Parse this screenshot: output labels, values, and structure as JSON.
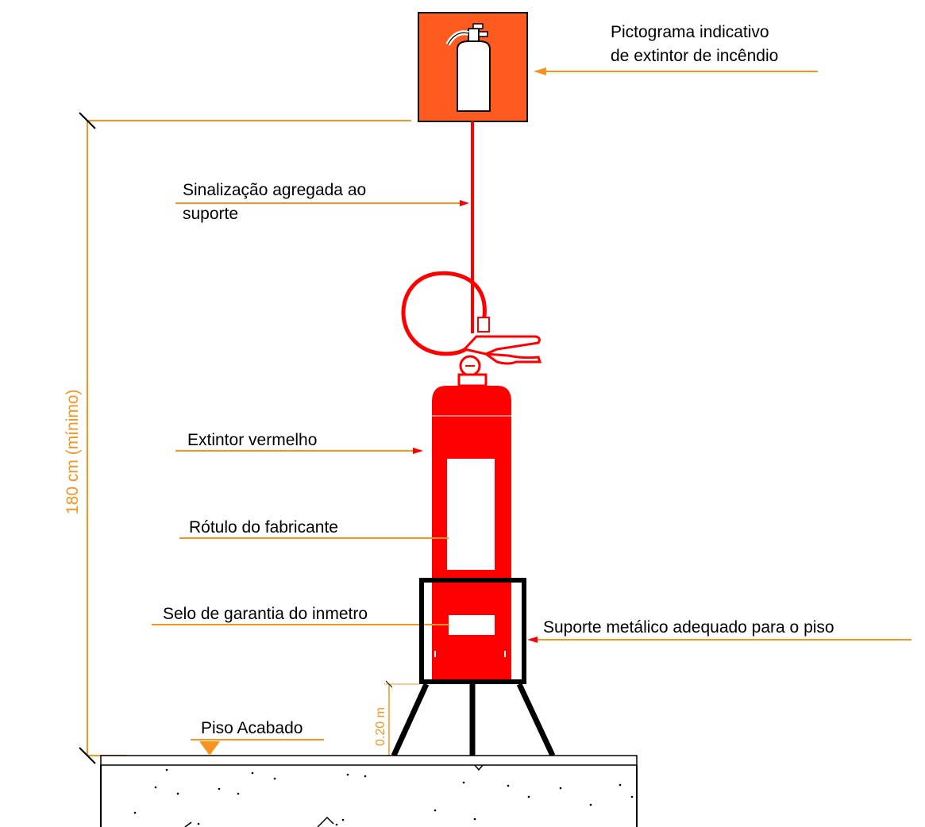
{
  "labels": {
    "pictogram_line1": "Pictograma indicativo",
    "pictogram_line2": "de extintor de incêndio",
    "signage_line1": "Sinalização agregada ao",
    "signage_line2": "suporte",
    "extinguisher": "Extintor vermelho",
    "manufacturer_label": "Rótulo do fabricante",
    "inmetro_seal": "Selo de garantia do inmetro",
    "metal_support": "Suporte metálico adequado para o piso",
    "finished_floor": "Piso Acabado"
  },
  "dimensions": {
    "height_min": "180 cm (mínimo)",
    "base_clearance": "0.20 m"
  },
  "colors": {
    "extinguisher_red": "#ff0000",
    "sign_orange": "#ff5a1f",
    "leader_orange": "#f7931e",
    "support_black": "#000000"
  },
  "icons": {
    "sign_symbol": "fire-extinguisher-icon",
    "floor_marker": "level-triangle-icon"
  }
}
